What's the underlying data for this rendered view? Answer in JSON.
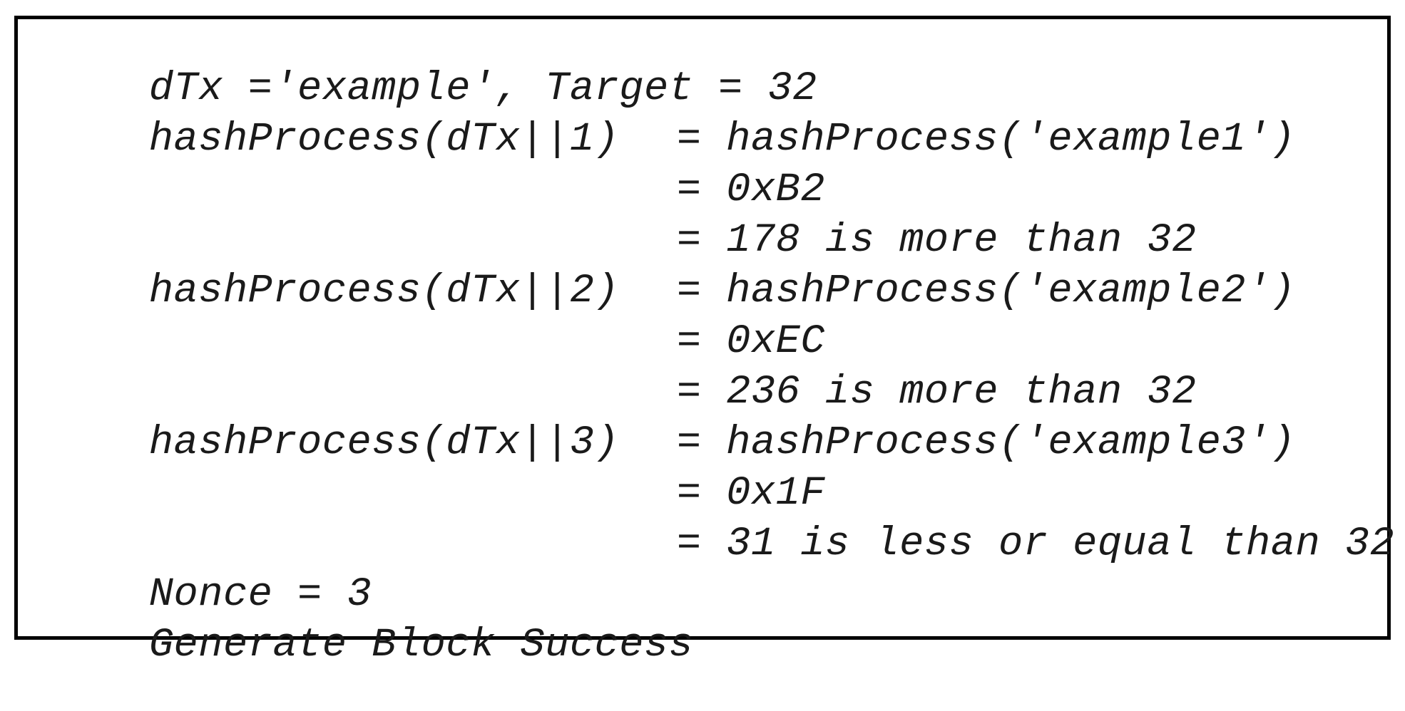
{
  "lines": [
    {
      "lhs": "dTx ='example', Target = 32",
      "rhs": ""
    },
    {
      "lhs": "hashProcess(dTx||1)",
      "rhs": "= hashProcess('example1')"
    },
    {
      "lhs": "",
      "rhs": "= 0xB2"
    },
    {
      "lhs": "",
      "rhs": "= 178 is more than 32"
    },
    {
      "lhs": "hashProcess(dTx||2)",
      "rhs": "= hashProcess('example2')"
    },
    {
      "lhs": "",
      "rhs": "= 0xEC"
    },
    {
      "lhs": "",
      "rhs": "= 236 is more than 32"
    },
    {
      "lhs": "hashProcess(dTx||3)",
      "rhs": "= hashProcess('example3')"
    },
    {
      "lhs": "",
      "rhs": "= 0x1F"
    },
    {
      "lhs": "",
      "rhs": "= 31 is less or equal than 32"
    },
    {
      "lhs": "Nonce = 3",
      "rhs": ""
    },
    {
      "lhs": "Generate Block Success",
      "rhs": ""
    }
  ]
}
